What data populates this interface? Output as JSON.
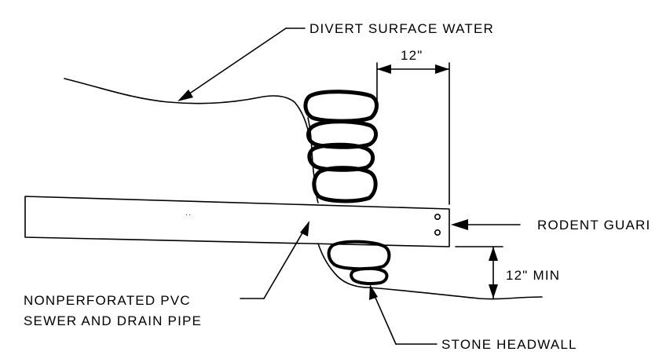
{
  "labels": {
    "divert_surface_water": "DIVERT SURFACE WATER",
    "top_dimension": "12\"",
    "rodent_guard": "RODENT GUARI",
    "min_dimension": "12\" MIN",
    "pipe_line1": "NONPERFORATED PVC",
    "pipe_line2": "SEWER AND DRAIN PIPE",
    "stone_headwall": "STONE HEADWALL"
  }
}
